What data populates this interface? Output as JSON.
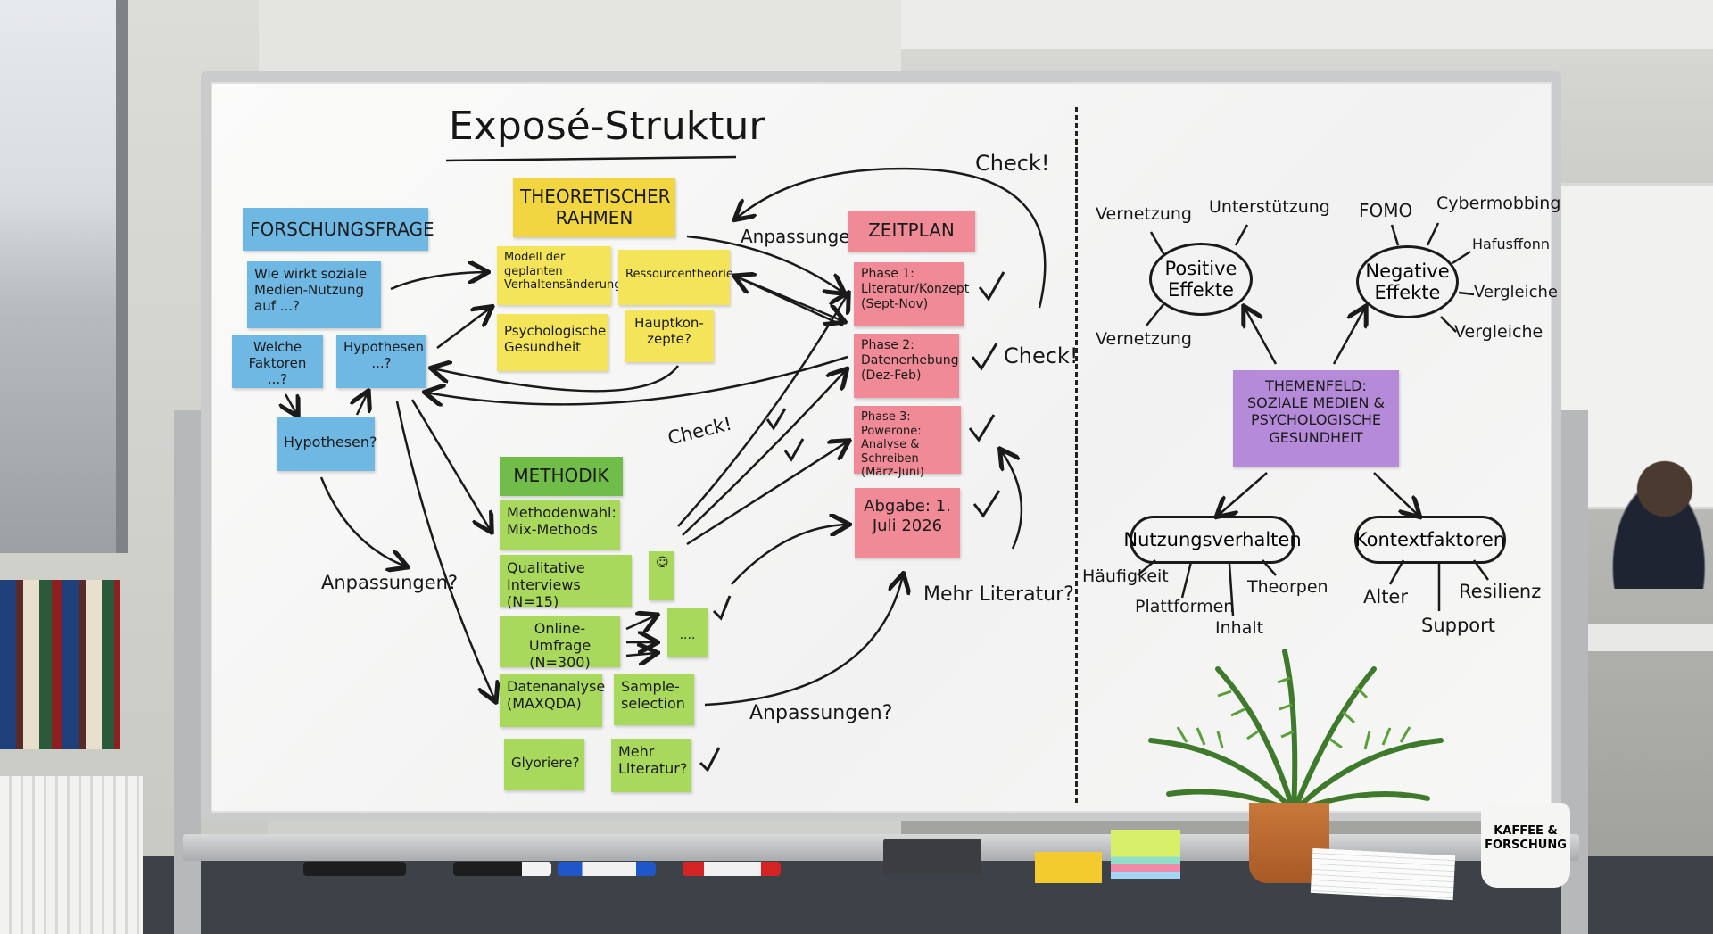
{
  "board": {
    "title": "Exposé-Struktur",
    "free_text": {
      "check_top": "Check!",
      "anpassungen_zeitplan": "Anpassungen?",
      "check_mid": "Check!",
      "check_left": "Check!",
      "anpassungen_left": "Anpassungen?",
      "anpassungen_bottom": "Anpassungen?",
      "mehr_literatur": "Mehr Literatur?"
    },
    "forschungsfrage": {
      "header": "FORSCHUNGSFRAGE",
      "frage": "Wie wirkt soziale Medien-Nutzung auf ...?",
      "faktoren": "Welche Faktoren ...?",
      "hypothesen": "Hypothesen ...?",
      "hypothesen2": "Hypothesen?"
    },
    "theoretischer_rahmen": {
      "header": "THEORETISCHER RAHMEN",
      "modell": "Modell der geplanten Verhaltensänderung",
      "ressourcen": "Ressourcentheorie",
      "psych": "Psychologische Gesundheit",
      "hauptkonzepte": "Hauptkon-zepte?"
    },
    "methodik": {
      "header": "METHODIK",
      "methodenwahl": "Methodenwahl: Mix-Methods",
      "qualitative": "Qualitative Interviews (N=15)",
      "online": "Online-Umfrage (N=300)",
      "dots": "....",
      "datenanalyse": "Datenanalyse (MAXQDA)",
      "sample": "Sample-selection",
      "glyoriere": "Glyoriere?",
      "mehr_literatur": "Mehr Literatur?"
    },
    "zeitplan": {
      "header": "ZEITPLAN",
      "phase1": "Phase 1: Literatur/Konzept (Sept-Nov)",
      "phase2": "Phase 2: Datenerhebung (Dez-Feb)",
      "phase3": "Phase 3: Powerone: Analyse & Schreiben (März-Juni)",
      "abgabe": "Abgabe: 1. Juli 2026"
    },
    "themenfeld": {
      "center": "THEMENFELD: SOZIALE MEDIEN & PSYCHOLOGISCHE GESUNDHEIT",
      "positive": "Positive Effekte",
      "negative": "Negative Effekte",
      "pos_labels": [
        "Vernetzung",
        "Unterstützung",
        "Vernetzung"
      ],
      "neg_labels": [
        "FOMO",
        "Cybermobbing",
        "Hafusffonn",
        "Vergleiche",
        "Vergleiche"
      ],
      "nutzung": "Nutzungsverhalten",
      "nutzung_labels": [
        "Häufigkeit",
        "Plattformen",
        "Inhalt",
        "Theorpen"
      ],
      "kontext": "Kontextfaktoren",
      "kontext_labels": [
        "Alter",
        "Support",
        "Resilienz"
      ]
    }
  },
  "props": {
    "mug_text": "KAFFEE & FORSCHUNG"
  },
  "colors": {
    "blue_note": "#6fb8e3",
    "yellow_note": "#f3e45a",
    "pink_note": "#f08a96",
    "green_note": "#a9d95c",
    "green_header": "#71bd4a",
    "lilac_note": "#b48ad9",
    "marker_ink": "#161616"
  }
}
